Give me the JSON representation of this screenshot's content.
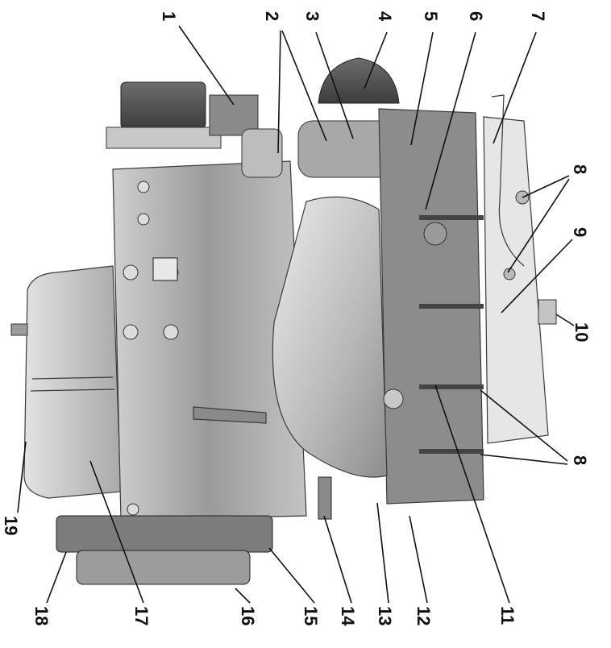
{
  "diagram": {
    "callouts": [
      {
        "id": "1",
        "label": "1"
      },
      {
        "id": "2",
        "label": "2"
      },
      {
        "id": "3",
        "label": "3"
      },
      {
        "id": "4",
        "label": "4"
      },
      {
        "id": "5",
        "label": "5"
      },
      {
        "id": "6",
        "label": "6"
      },
      {
        "id": "7",
        "label": "7"
      },
      {
        "id": "8a",
        "label": "8"
      },
      {
        "id": "9",
        "label": "9"
      },
      {
        "id": "10",
        "label": "10"
      },
      {
        "id": "8b",
        "label": "8"
      },
      {
        "id": "11",
        "label": "11"
      },
      {
        "id": "12",
        "label": "12"
      },
      {
        "id": "13",
        "label": "13"
      },
      {
        "id": "14",
        "label": "14"
      },
      {
        "id": "15",
        "label": "15"
      },
      {
        "id": "16",
        "label": "16"
      },
      {
        "id": "17",
        "label": "17"
      },
      {
        "id": "18",
        "label": "18"
      },
      {
        "id": "19",
        "label": "19"
      }
    ]
  }
}
